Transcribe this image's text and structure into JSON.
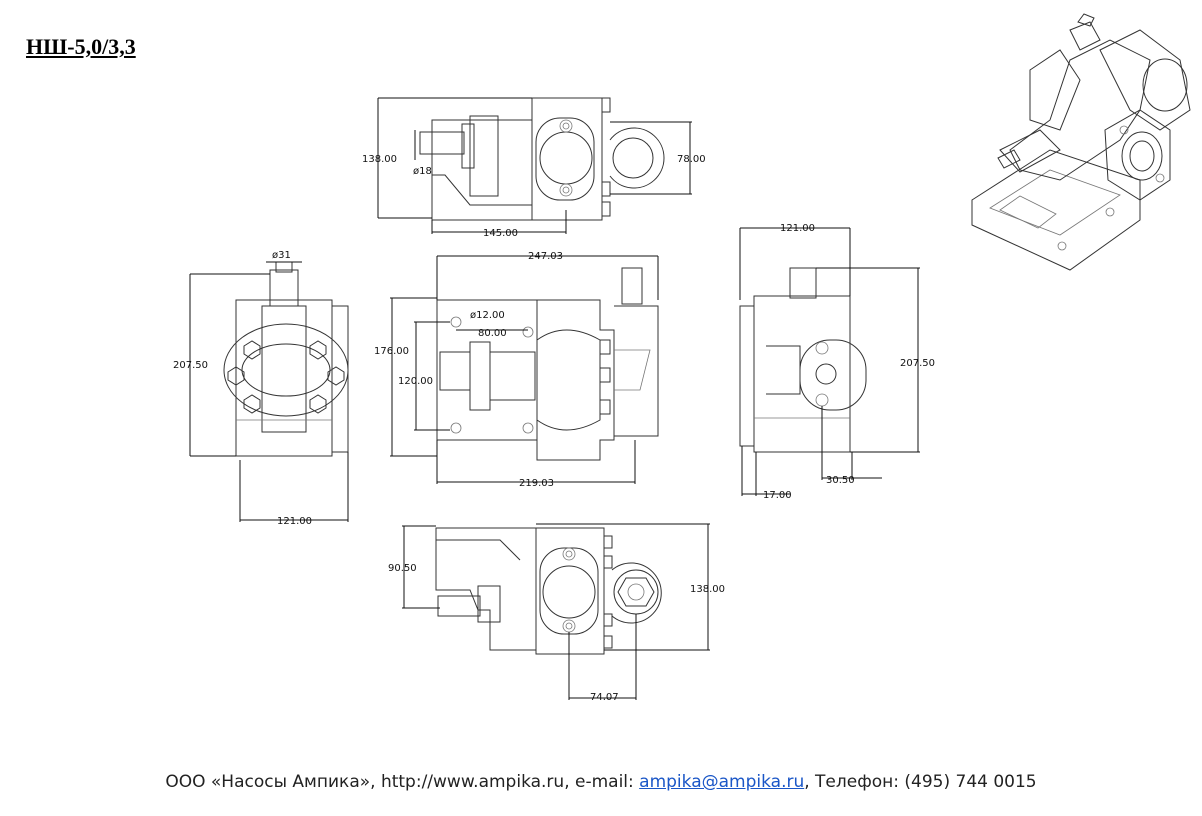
{
  "title": "НШ-5,0/3,3",
  "dimensions": {
    "top_height": "138.00",
    "top_shaft_dia": "ø18",
    "top_width": "145.00",
    "top_port": "78.00",
    "left_shaft_dia": "ø31",
    "left_height": "207.50",
    "left_width": "121.00",
    "front_length": "247.03",
    "front_hole_dia": "ø12.00",
    "front_hole_spacing": "80.00",
    "front_height": "176.00",
    "front_inner": "120.00",
    "front_base": "219.03",
    "right_width": "121.00",
    "right_height": "207.50",
    "right_offset": "17.00",
    "right_port": "30.50",
    "bottom_offset": "90.50",
    "bottom_height": "138.00",
    "bottom_port": "74.07"
  },
  "footer": {
    "prefix": "ООО «Насосы Ампика», http://www.ampika.ru, e-mail: ",
    "email": "ampika@ampika.ru",
    "suffix": ", Телефон: (495) 744 0015"
  }
}
